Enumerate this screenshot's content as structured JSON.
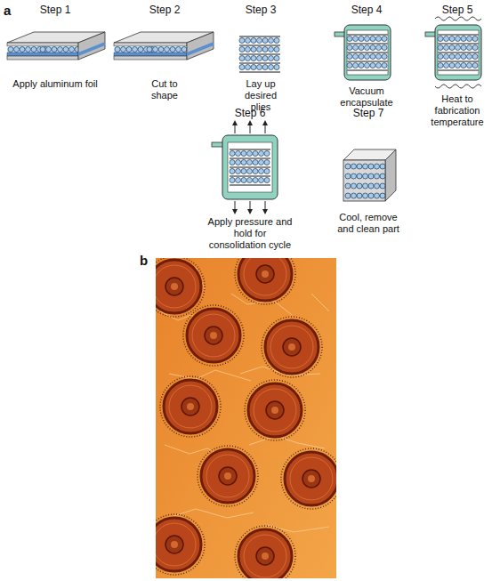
{
  "diagram": {
    "labels": [
      "a",
      "Step 1",
      "Apply aluminum foil",
      "Step 2",
      "Cut to shape",
      "Step 3",
      "Lay up desired plies",
      "Step 4",
      "Vacuum encapsulate",
      "Step 5",
      "Heat to fabrication temperature",
      "Step 6",
      "Apply pressure and hold for consolidation cycle",
      "Step 7",
      "Cool, remove and clean part",
      "b"
    ]
  }
}
